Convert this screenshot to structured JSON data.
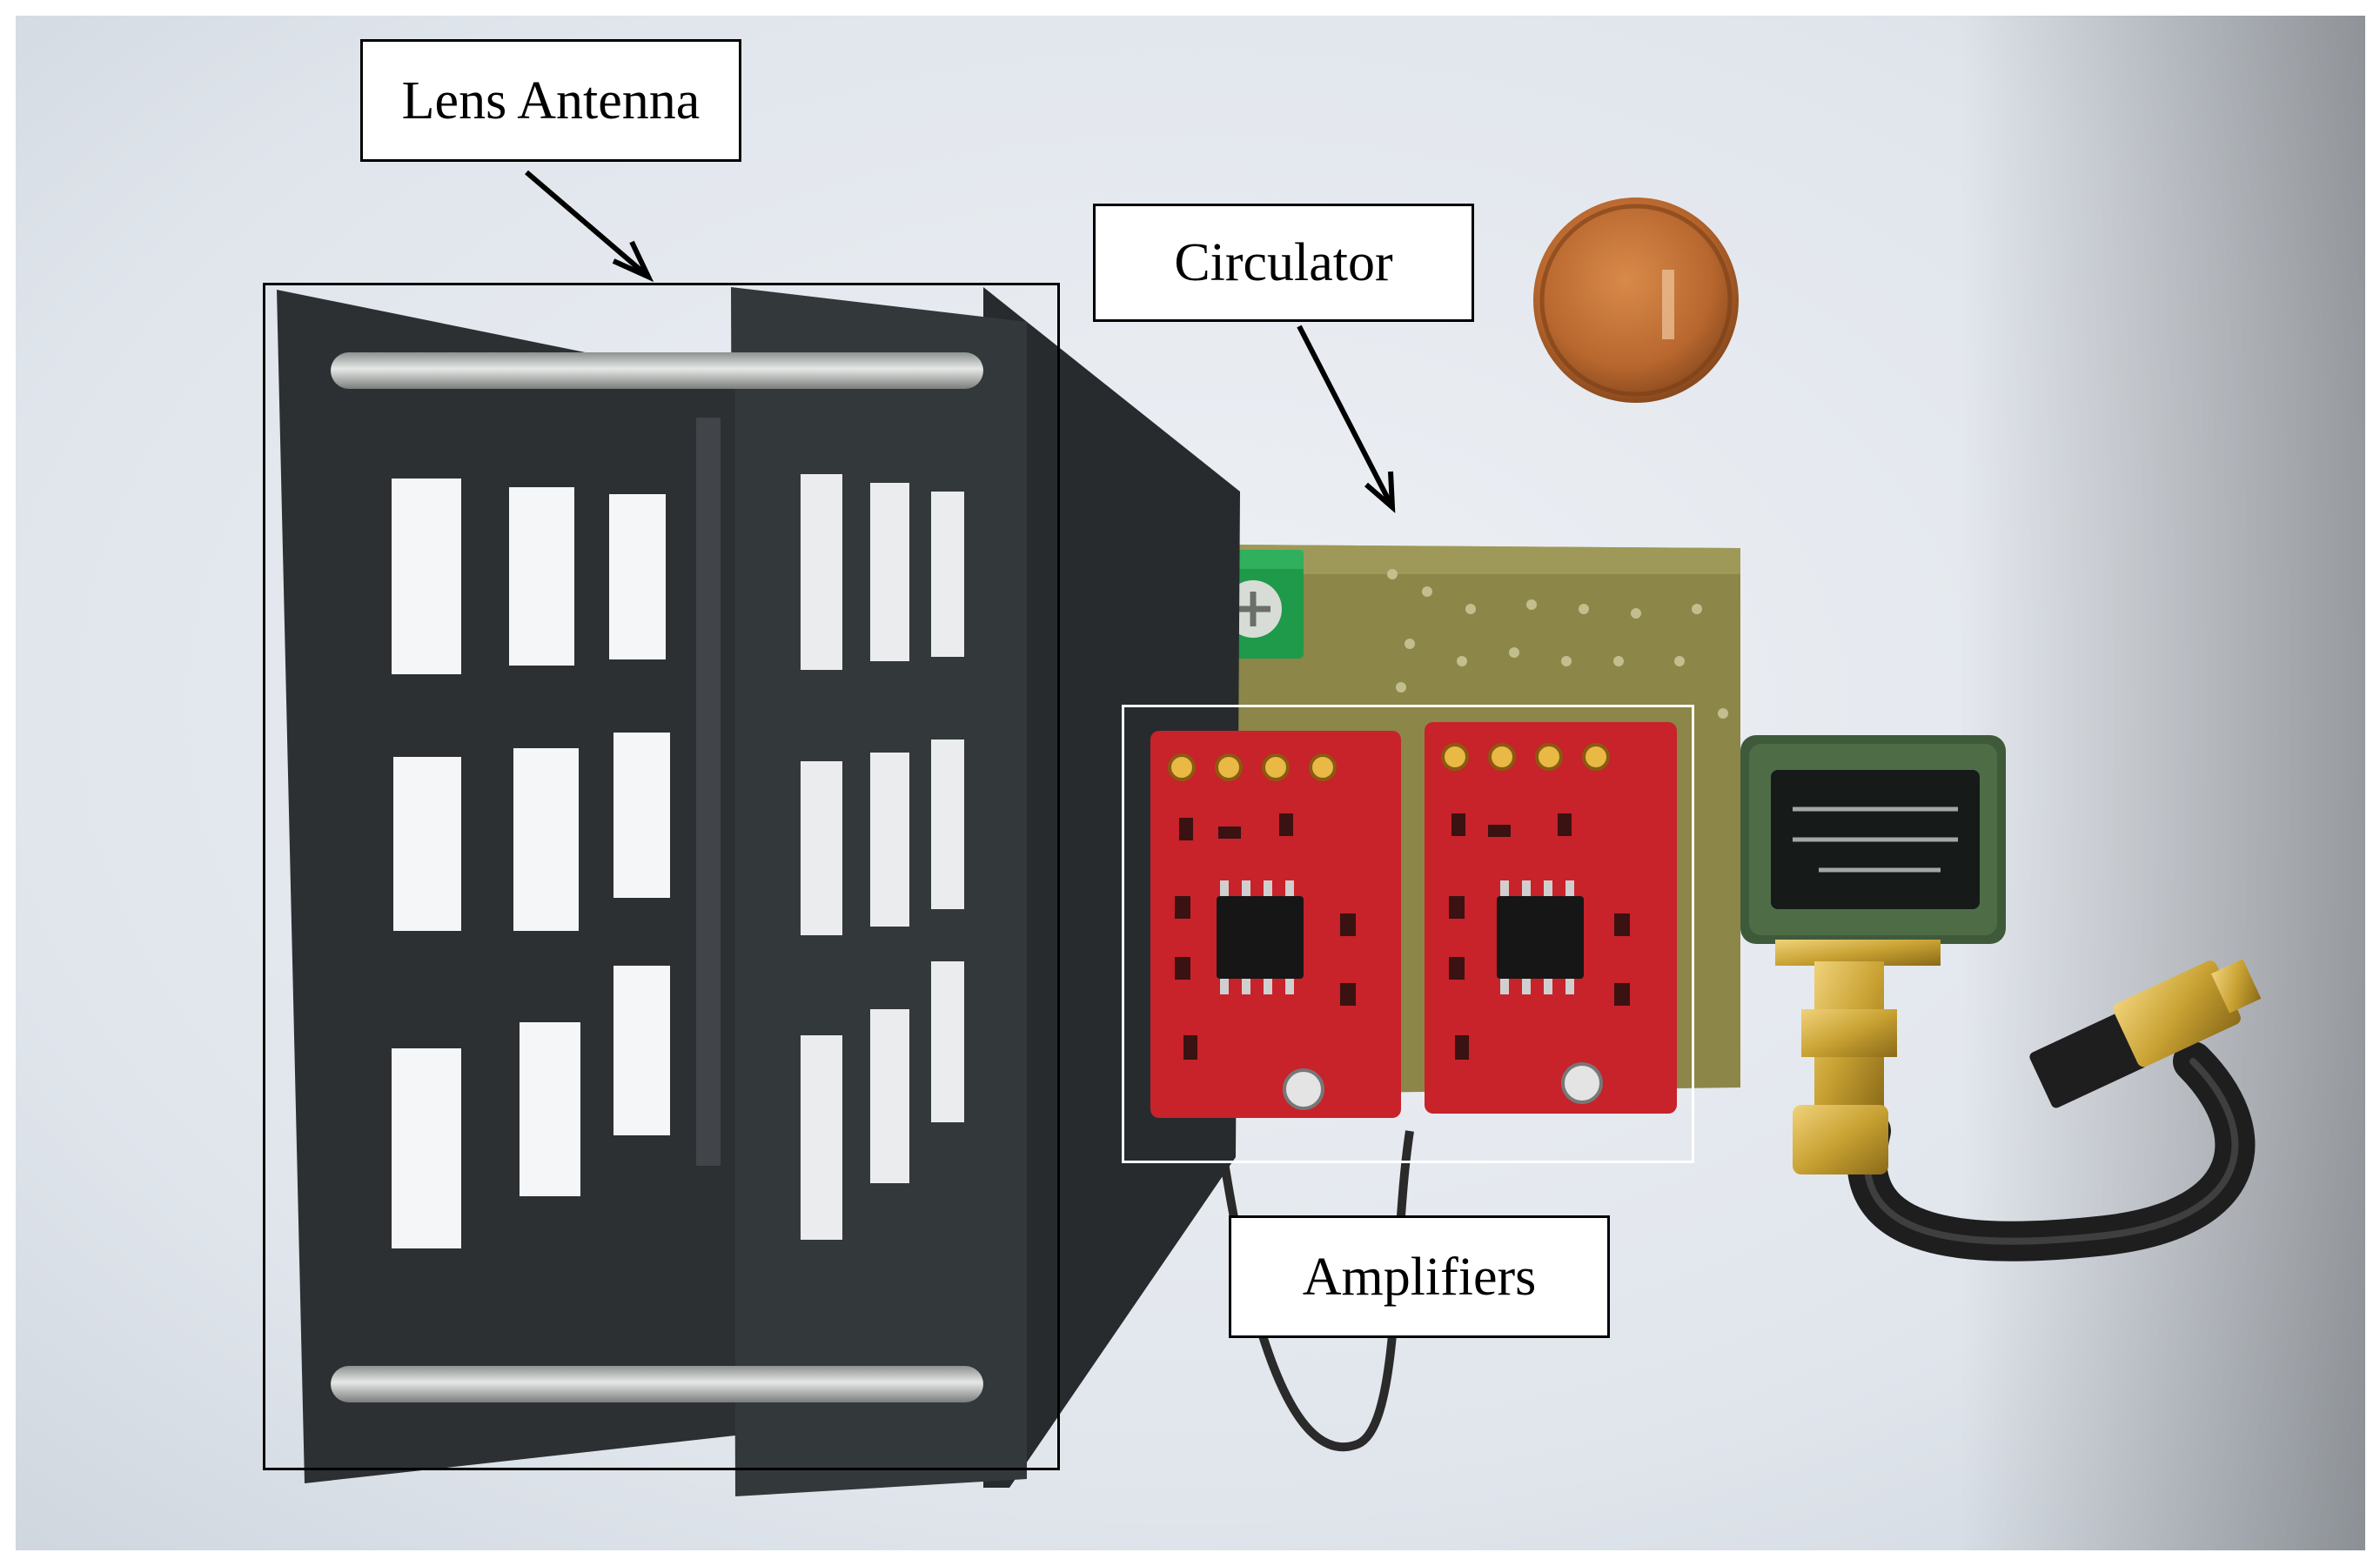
{
  "figure": {
    "labels": {
      "lens_antenna": "Lens Antenna",
      "circulator": "Circulator",
      "amplifiers": "Amplifiers"
    },
    "objects": [
      "lens-antenna-plates",
      "circuit-board",
      "terminal-block",
      "amplifier-board",
      "amplifier-board",
      "circulator-module",
      "sma-connector",
      "coaxial-cable",
      "coin"
    ],
    "colors": {
      "background": "#e3e8ee",
      "plate": "#2c3033",
      "pcb": "#8c8648",
      "amplifier_pcb": "#c8222a",
      "terminal_block": "#1f9a4a",
      "coin": "#b8672e",
      "gold": "#c9a233"
    }
  }
}
